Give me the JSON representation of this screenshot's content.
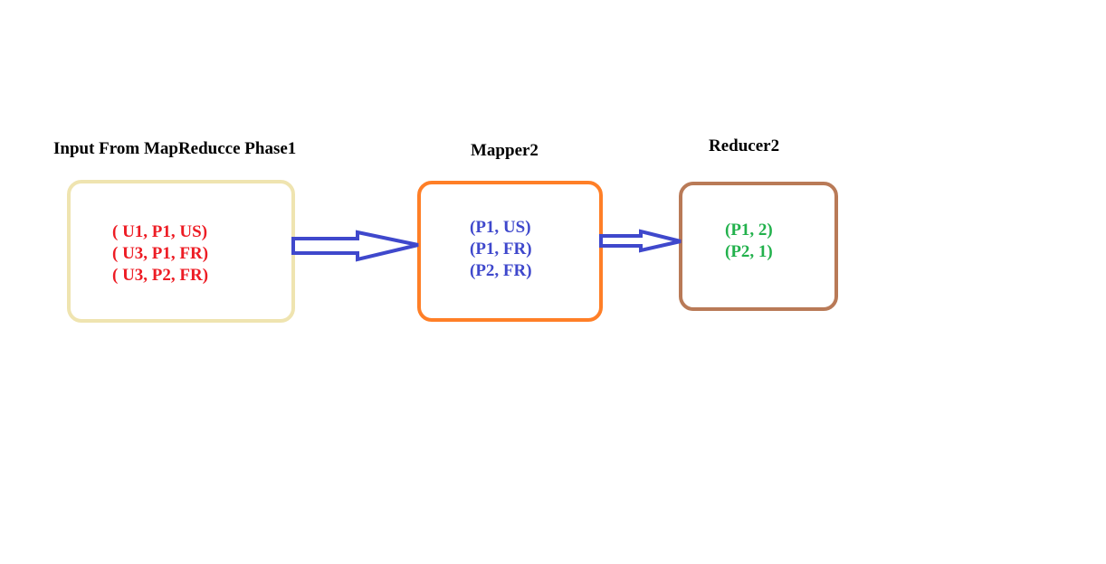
{
  "stages": {
    "input": {
      "title": "Input From MapReducce Phase1",
      "lines": [
        "( U1, P1, US)",
        "( U3, P1, FR)",
        "( U3, P2, FR)"
      ]
    },
    "mapper": {
      "title": "Mapper2",
      "lines": [
        "(P1, US)",
        "(P1, FR)",
        "(P2, FR)"
      ]
    },
    "reducer": {
      "title": "Reducer2",
      "lines": [
        "(P1, 2)",
        "(P2, 1)"
      ]
    }
  },
  "colors": {
    "input_border": "#efe4b0",
    "input_text": "#ed1c24",
    "mapper_border": "#ff7f27",
    "mapper_text": "#3f48cc",
    "reducer_border": "#b97a57",
    "reducer_text": "#22b14c",
    "arrow": "#3f48cc"
  },
  "arrows": [
    {
      "from": "input",
      "to": "mapper"
    },
    {
      "from": "mapper",
      "to": "reducer"
    }
  ]
}
